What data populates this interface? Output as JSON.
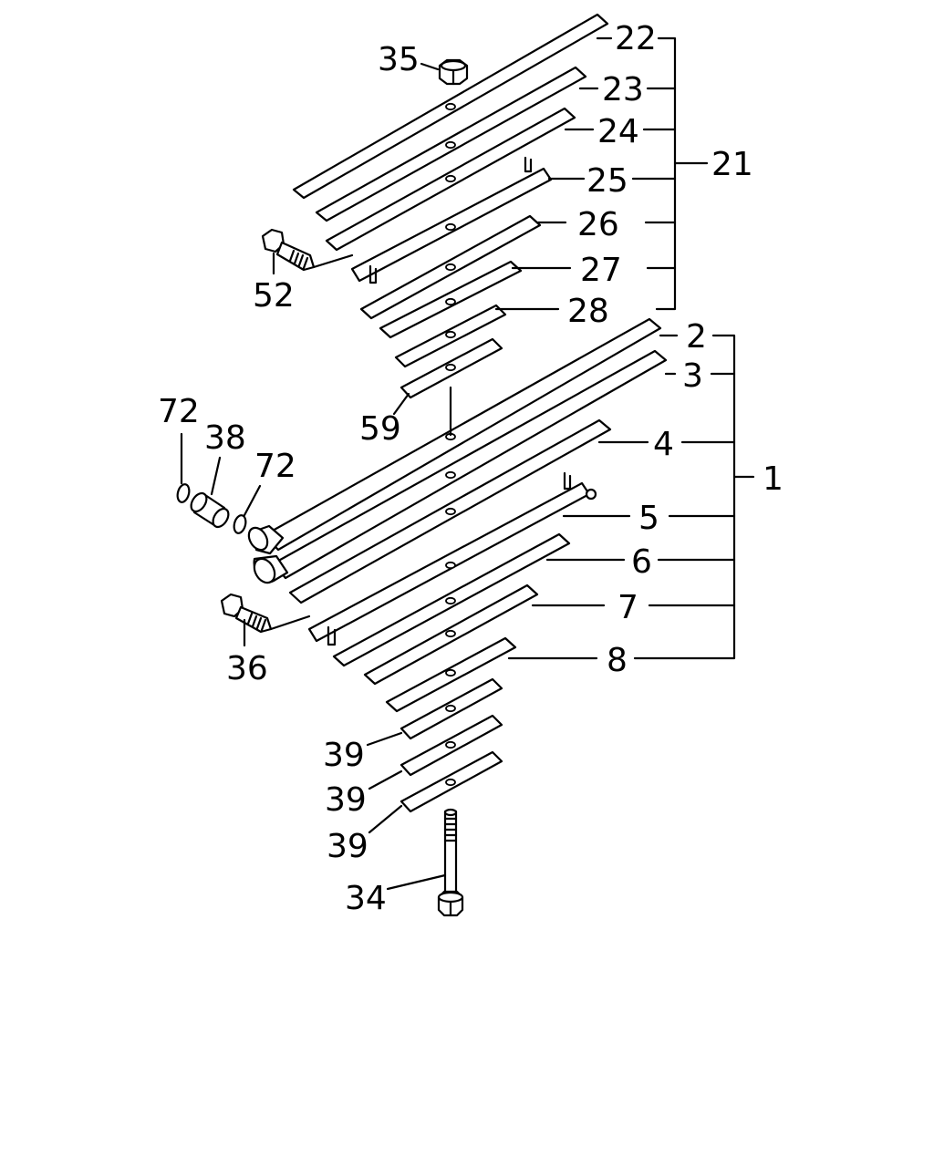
{
  "assemblies": [
    {
      "label": "21",
      "members": [
        "22",
        "23",
        "24",
        "25",
        "26",
        "27",
        "28"
      ]
    },
    {
      "label": "1",
      "members": [
        "2",
        "3",
        "4",
        "5",
        "6",
        "7",
        "8"
      ]
    }
  ],
  "callouts": {
    "c35": "35",
    "c22": "22",
    "c23": "23",
    "c24": "24",
    "c21": "21",
    "c25": "25",
    "c26": "26",
    "c27": "27",
    "c28": "28",
    "c52": "52",
    "c59": "59",
    "c2": "2",
    "c3": "3",
    "c1": "1",
    "c4": "4",
    "c72a": "72",
    "c38": "38",
    "c72b": "72",
    "c5": "5",
    "c6": "6",
    "c7": "7",
    "c8": "8",
    "c36": "36",
    "c39a": "39",
    "c39b": "39",
    "c39c": "39",
    "c34": "34"
  }
}
